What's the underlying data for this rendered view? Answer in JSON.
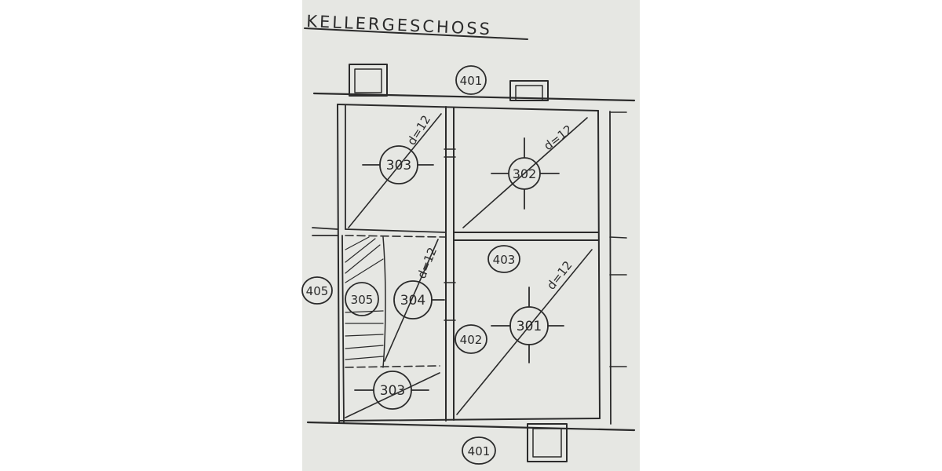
{
  "plan": {
    "title": "KELLERGESCHOSS",
    "colors": {
      "background": "#ffffff",
      "paper": "#e6e7e3",
      "ink": "#2b2b2b"
    },
    "tags": {
      "top_wall": "401",
      "bottom_wall": "401",
      "middle_wall": "403",
      "inner_wall": "402",
      "left_wall": "405"
    },
    "rooms": {
      "room_top_left": "303",
      "room_top_right": "302",
      "room_bottom_right": "301",
      "room_center_left": "304",
      "stair": "305",
      "room_bottom_left": "303"
    },
    "thickness": {
      "top_left": "d=12",
      "top_right": "d=12",
      "center_left": "d=12",
      "bottom_right": "d=12"
    }
  }
}
